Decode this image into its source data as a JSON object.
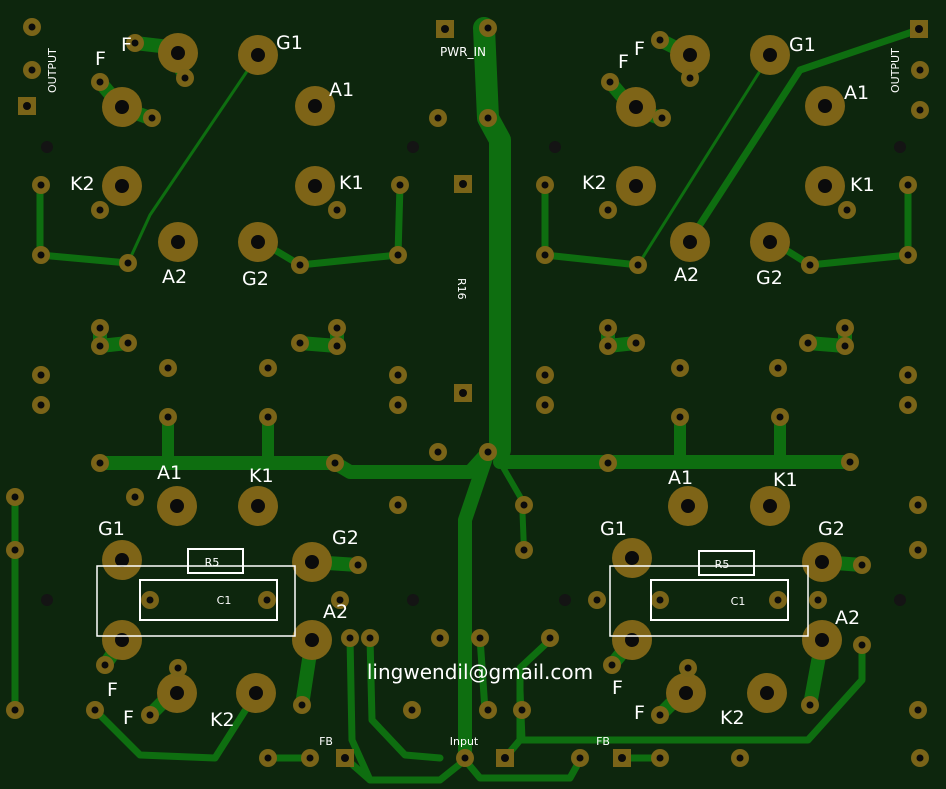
{
  "board": {
    "background_color": "#0d260d",
    "trace_color": "#0e6e10",
    "pad_color": "#7a6418",
    "silk_color": "#ffffff"
  },
  "labels": {
    "pwr_in": "PWR_IN",
    "r16": "R16",
    "output_left": "OUTPUT",
    "output_right": "OUTPUT",
    "email": "lingwendil@gmail.com",
    "input": "Input",
    "fb_left": "FB",
    "fb_right": "FB",
    "r5_left": "R5",
    "r5_right": "R5",
    "c1_left": "C1",
    "c1_right": "C1",
    "top_left": {
      "f1": "F",
      "f2": "F",
      "g1": "G1",
      "a1": "A1",
      "k2": "K2",
      "k1": "K1",
      "a2": "A2",
      "g2": "G2"
    },
    "top_right": {
      "f1": "F",
      "f2": "F",
      "g1": "G1",
      "a1": "A1",
      "k2": "K2",
      "k1": "K1",
      "a2": "A2",
      "g2": "G2"
    },
    "mid_left": {
      "a1": "A1",
      "k1": "K1"
    },
    "mid_right": {
      "a1": "A1",
      "k1": "K1"
    },
    "bot_left": {
      "g1": "G1",
      "g2": "G2",
      "a2": "A2",
      "f1": "F",
      "f2": "F",
      "k2": "K2"
    },
    "bot_right": {
      "g1": "G1",
      "g2": "G2",
      "a2": "A2",
      "f1": "F",
      "f2": "F",
      "k2": "K2"
    }
  }
}
